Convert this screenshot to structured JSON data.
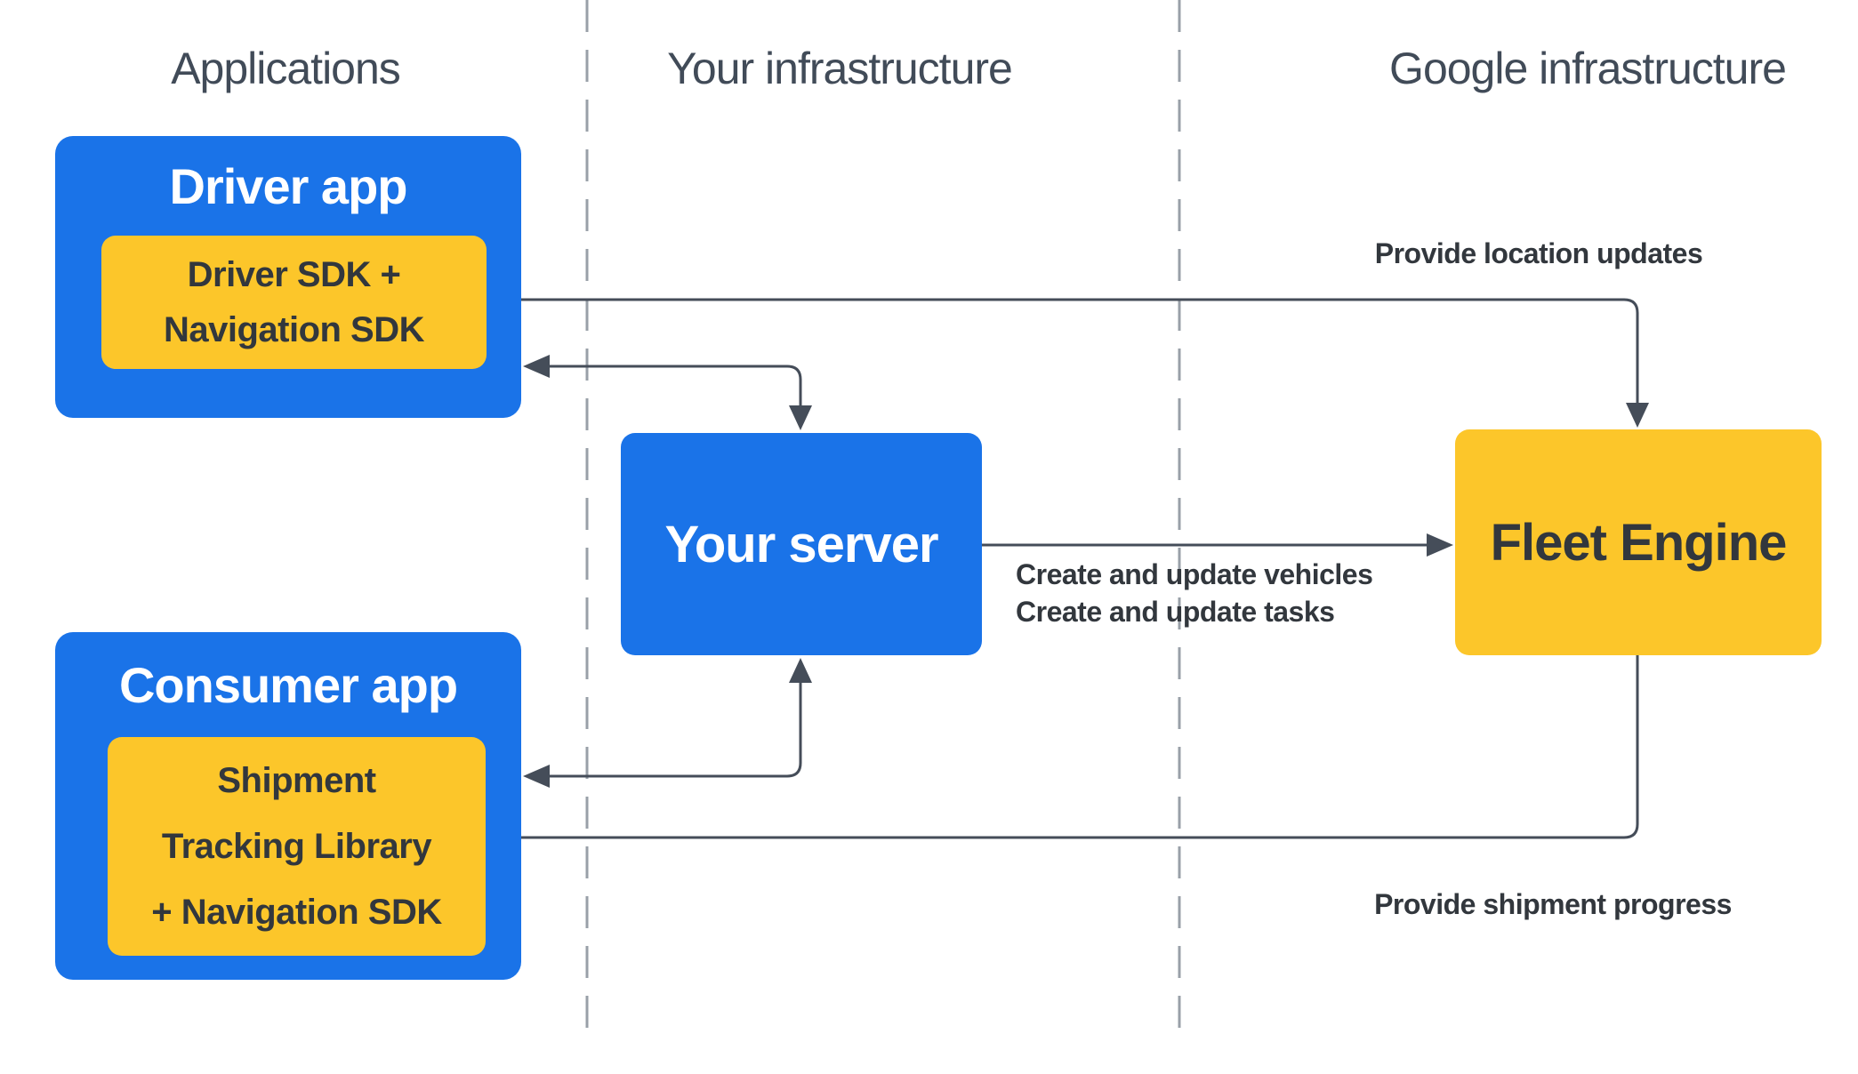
{
  "columns": [
    {
      "label": "Applications"
    },
    {
      "label": "Your infrastructure"
    },
    {
      "label": "Google infrastructure"
    }
  ],
  "nodes": {
    "driver_app": {
      "title": "Driver app",
      "sdk_lines": [
        "Driver SDK +",
        "Navigation SDK"
      ]
    },
    "consumer_app": {
      "title": "Consumer app",
      "sdk_lines": [
        "Shipment",
        "Tracking Library",
        "+ Navigation SDK"
      ]
    },
    "your_server": {
      "title": "Your server"
    },
    "fleet_engine": {
      "title": "Fleet Engine"
    }
  },
  "edge_labels": {
    "provide_location_updates": "Provide location updates",
    "create_and_update": [
      "Create and update vehicles",
      "Create and update tasks"
    ],
    "provide_shipment_progress": "Provide shipment progress"
  },
  "colors": {
    "app_blue": "#1A73E8",
    "sdk_yellow": "#FCC62A",
    "arrow": "#454D59",
    "divider": "#99A0A8",
    "heading_text": "#414B58",
    "dark_text": "#32373D",
    "white_text": "#FFFFFF"
  }
}
